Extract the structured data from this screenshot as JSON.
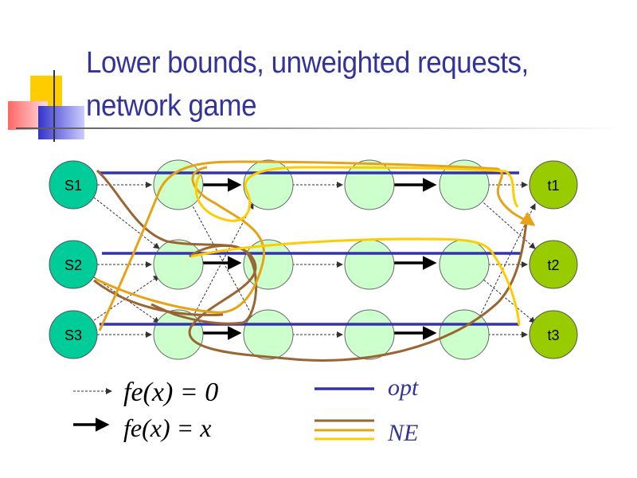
{
  "slide": {
    "title_line1": "Lower bounds, unweighted requests,",
    "title_line2": "network game"
  },
  "nodes": {
    "sources": [
      "S1",
      "S2",
      "S3"
    ],
    "sinks": [
      "t1",
      "t2",
      "t3"
    ]
  },
  "legend": {
    "dashed_eq": "fe(x) = 0",
    "solid_eq": "fe(x) = x",
    "opt_label": "opt",
    "ne_label": "NE"
  },
  "colors": {
    "title": "#333399",
    "source_fill": "#00cc99",
    "sink_fill": "#99cc00",
    "inner_fill": "#ccffcc",
    "opt_path": "#3333aa",
    "ne_brown": "#996633",
    "ne_orange": "#e6a317",
    "ne_yellow": "#ffcc00"
  }
}
